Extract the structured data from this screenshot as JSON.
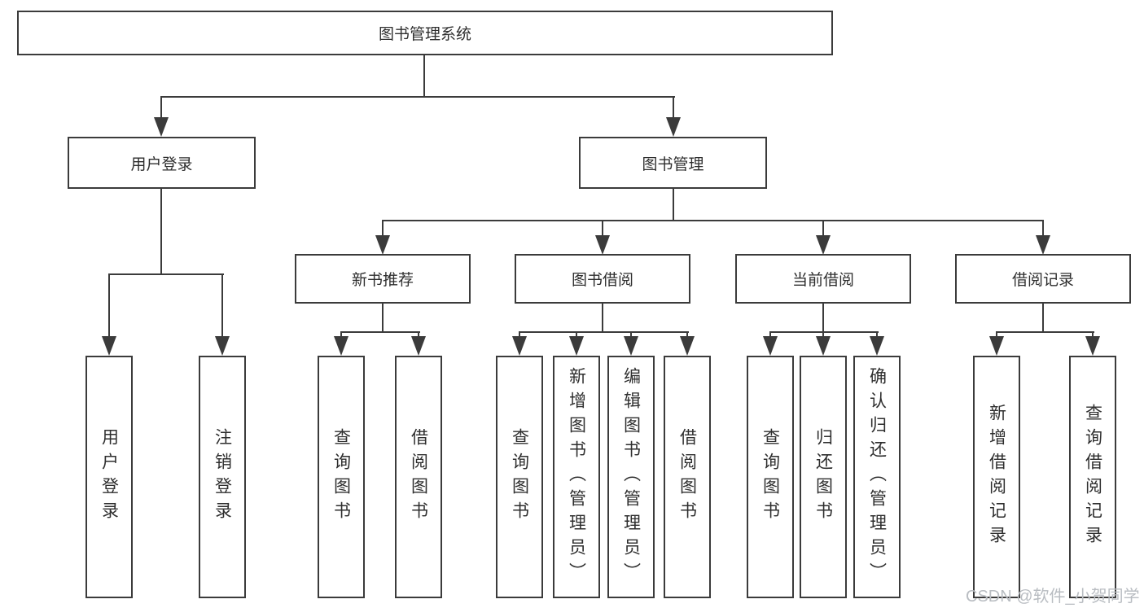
{
  "watermark": {
    "text": "CSDN @软件_小贺同学"
  },
  "colors": {
    "line": "#3b3b3b",
    "text": "#2e2e2e",
    "watermark": "#b9bdc2",
    "background": "#ffffff"
  },
  "diagram_type": "hierarchy-tree",
  "tree": {
    "label": "图书管理系统",
    "children": [
      {
        "label": "用户登录",
        "children": [
          {
            "label": "用户登录"
          },
          {
            "label": "注销登录"
          }
        ]
      },
      {
        "label": "图书管理",
        "children": [
          {
            "label": "新书推荐",
            "children": [
              {
                "label": "查询图书"
              },
              {
                "label": "借阅图书"
              }
            ]
          },
          {
            "label": "图书借阅",
            "children": [
              {
                "label": "查询图书"
              },
              {
                "label": "新增图书（管理员）"
              },
              {
                "label": "编辑图书（管理员）"
              },
              {
                "label": "借阅图书"
              }
            ]
          },
          {
            "label": "当前借阅",
            "children": [
              {
                "label": "查询图书"
              },
              {
                "label": "归还图书"
              },
              {
                "label": "确认归还（管理员）"
              }
            ]
          },
          {
            "label": "借阅记录",
            "children": [
              {
                "label": "新增借阅记录"
              },
              {
                "label": "查询借阅记录"
              }
            ]
          }
        ]
      }
    ]
  }
}
